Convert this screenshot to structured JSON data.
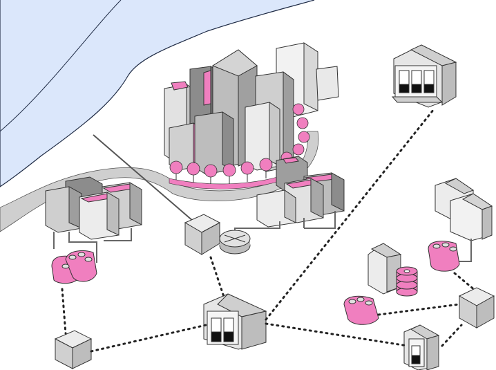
{
  "diagram": {
    "description_style": "isometric infrastructure network illustration",
    "colors": {
      "water": "#dbe7fb",
      "water_edge": "#1e2a44",
      "building_light": "#e6e6e6",
      "building_mid": "#bdbdbd",
      "building_dark": "#8c8c8c",
      "accent": "#f07fbf",
      "road": "#cfcfcf",
      "line": "#2b2b2b"
    },
    "icons": {
      "river": "river-shape",
      "city": "high-rise-city-cluster",
      "trees": "tree-icon",
      "power_station": "power-station-building-icon",
      "transformer": "transformer-box-icon",
      "substation": "substation-building-icon",
      "tank": "storage-tank-icon",
      "battery": "battery-stack-icon",
      "houses": "house-icon",
      "treatment_plant": "round-tank-icon"
    }
  }
}
